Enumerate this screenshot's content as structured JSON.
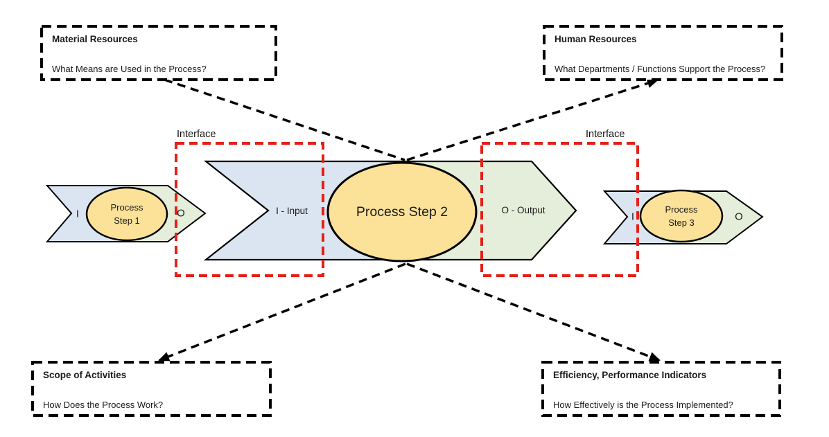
{
  "diagram": {
    "boxes": {
      "material_resources": {
        "title": "Material Resources",
        "question": "What Means are Used in the Process?"
      },
      "human_resources": {
        "title": "Human Resources",
        "question": "What Departments / Functions Support the Process?"
      },
      "scope_of_activities": {
        "title": "Scope of Activities",
        "question": "How Does the Process Work?"
      },
      "efficiency_indicators": {
        "title": "Efficiency, Performance Indicators",
        "question": "How Effectively is the Process Implemented?"
      }
    },
    "interfaces": {
      "left": "Interface",
      "right": "Interface"
    },
    "process_steps": {
      "step1": {
        "line1": "Process",
        "line2": "Step 1",
        "input_label": "I",
        "output_label": "O"
      },
      "step2": {
        "label": "Process Step 2",
        "input_label": "I - Input",
        "output_label": "O - Output"
      },
      "step3": {
        "line1": "Process",
        "line2": "Step 3",
        "input_label": "I",
        "output_label": "O"
      }
    },
    "colors": {
      "input_blue": "#dbe5f1",
      "output_green": "#e4eeda",
      "step_yellow": "#fce199",
      "interface_red": "#e32119",
      "line_black": "#000000"
    }
  }
}
